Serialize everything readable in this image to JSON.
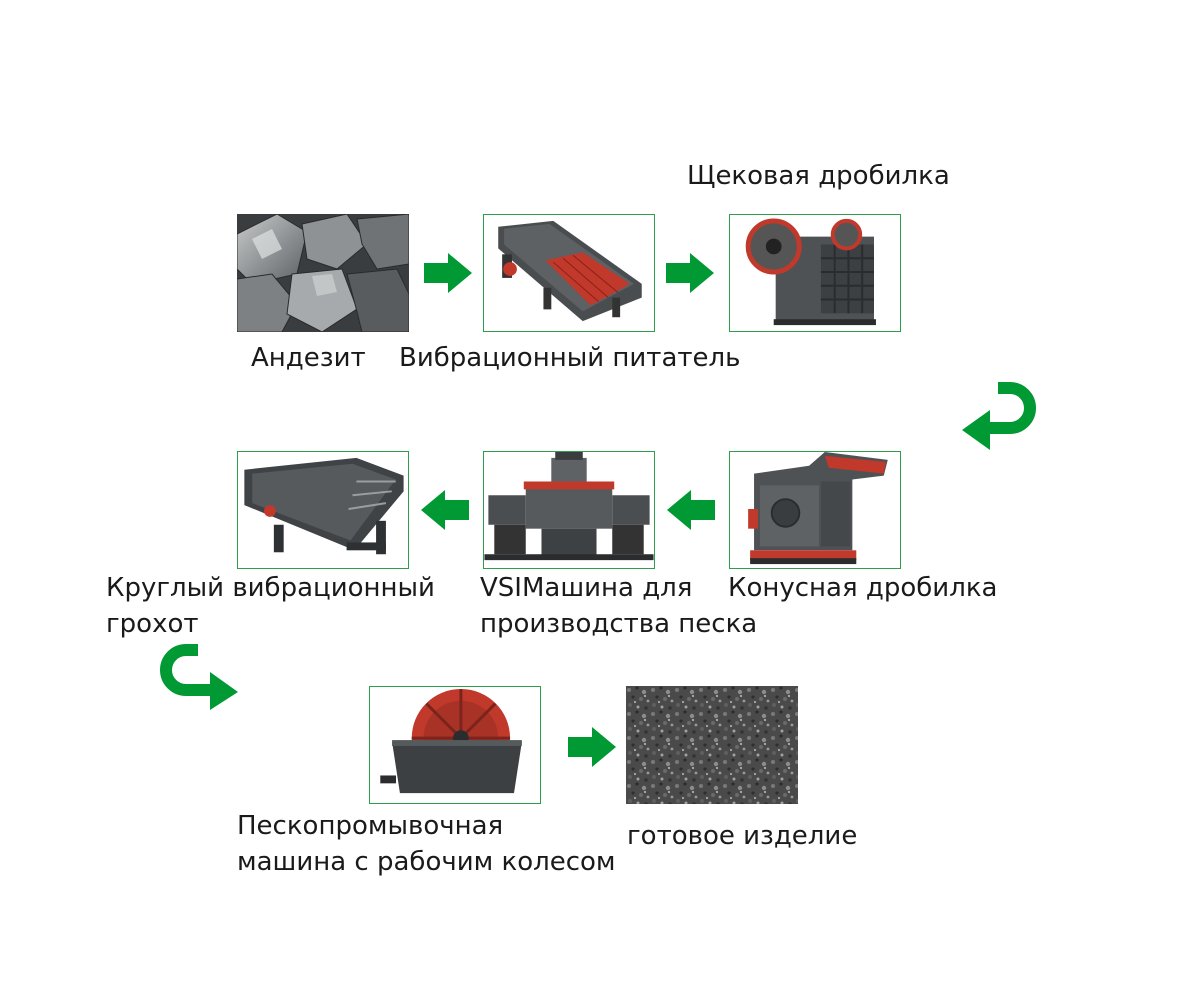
{
  "accent_color": "#009933",
  "frame_color": "#2e9e4a",
  "steps": [
    {
      "id": "andesite",
      "label": "Андезит",
      "image": "rock-pile-icon"
    },
    {
      "id": "feeder",
      "label": "Вибрационный питатель",
      "image": "vibrating-feeder-icon"
    },
    {
      "id": "jaw",
      "label": "Щековая дробилка",
      "image": "jaw-crusher-icon"
    },
    {
      "id": "cone",
      "label": "Конусная дробилка",
      "image": "impact-crusher-icon"
    },
    {
      "id": "vsi",
      "label_line1": "VSIМашина для",
      "label_line2": "производства песка",
      "image": "vsi-sand-maker-icon"
    },
    {
      "id": "screen",
      "label_line1": "Круглый вибрационный",
      "label_line2": "грохот",
      "image": "vibrating-screen-icon"
    },
    {
      "id": "washer",
      "label_line1": "Пескопромывочная",
      "label_line2": "машина с рабочим колесом",
      "image": "wheel-sand-washer-icon"
    },
    {
      "id": "product",
      "label": "готовое изделие",
      "image": "gravel-texture-icon"
    }
  ],
  "arrows": [
    "arrow-right-icon",
    "arrow-left-icon",
    "u-turn-left-icon",
    "u-turn-right-icon"
  ]
}
